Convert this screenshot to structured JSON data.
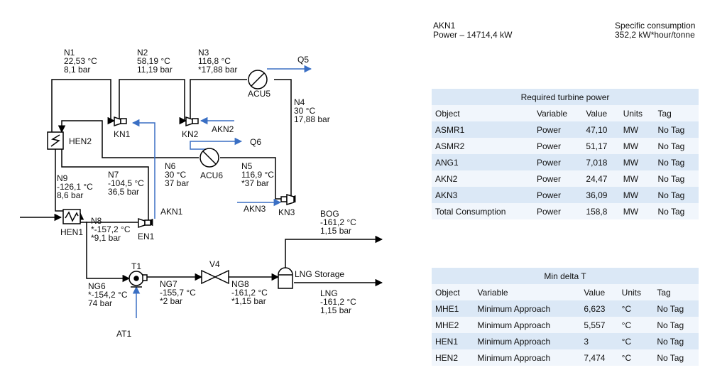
{
  "top_left": {
    "line1": "AKN1",
    "line2": "Power – 14714,4 kW"
  },
  "top_right": {
    "line1": "Specific consumption",
    "line2": "352,2 kW*hour/tonne"
  },
  "table1": {
    "caption": "Required turbine power",
    "headers": [
      "Object",
      "Variable",
      "Value",
      "Units",
      "Tag"
    ],
    "rows": [
      [
        "ASMR1",
        "Power",
        "47,10",
        "MW",
        "No Tag"
      ],
      [
        "ASMR2",
        "Power",
        "51,17",
        "MW",
        "No Tag"
      ],
      [
        "ANG1",
        "Power",
        "7,018",
        "MW",
        "No Tag"
      ],
      [
        "AKN2",
        "Power",
        "24,47",
        "MW",
        "No Tag"
      ],
      [
        "AKN3",
        "Power",
        "36,09",
        "MW",
        "No Tag"
      ],
      [
        "Total Consumption",
        "Power",
        "158,8",
        "MW",
        "No Tag"
      ]
    ]
  },
  "table2": {
    "caption": "Min delta T",
    "headers": [
      "Object",
      "Variable",
      "Value",
      "Units",
      "Tag"
    ],
    "rows": [
      [
        "MHE1",
        "Minimum Approach",
        "6,623",
        "°C",
        "No Tag"
      ],
      [
        "MHE2",
        "Minimum Approach",
        "5,557",
        "°C",
        "No Tag"
      ],
      [
        "HEN1",
        "Minimum Approach",
        "3",
        "°C",
        "No Tag"
      ],
      [
        "HEN2",
        "Minimum Approach",
        "7,474",
        "°C",
        "No Tag"
      ]
    ]
  },
  "diagram": {
    "streams": {
      "N1": [
        "N1",
        "22,53 °C",
        "8,1 bar"
      ],
      "N2": [
        "N2",
        "58,19 °C",
        "11,19 bar"
      ],
      "N3": [
        "N3",
        "116,8 °C",
        "*17,88 bar"
      ],
      "N4": [
        "N4",
        "30 °C",
        "17,88 bar"
      ],
      "N5": [
        "N5",
        "116,9 °C",
        "*37 bar"
      ],
      "N6": [
        "N6",
        "30 °C",
        "37 bar"
      ],
      "N7": [
        "N7",
        "-104,5 °C",
        "36,5 bar"
      ],
      "N8": [
        "N8",
        "*-157,2 °C",
        "*9,1 bar"
      ],
      "N9": [
        "N9",
        "-126,1 °C",
        "8,6 bar"
      ],
      "NG6": [
        "NG6",
        "*-154,2 °C",
        "74 bar"
      ],
      "NG7": [
        "NG7",
        "-155,7 °C",
        "*2 bar"
      ],
      "NG8": [
        "NG8",
        "-161,2 °C",
        "*1,15 bar"
      ],
      "BOG": [
        "BOG",
        "-161,2 °C",
        "1,15 bar"
      ],
      "LNG": [
        "LNG",
        "-161,2 °C",
        "1,15 bar"
      ]
    },
    "units": {
      "KN1": "KN1",
      "KN2": "KN2",
      "KN3": "KN3",
      "EN1": "EN1",
      "ACU5": "ACU5",
      "ACU6": "ACU6",
      "HEN1": "HEN1",
      "HEN2": "HEN2",
      "T1": "T1",
      "V4": "V4",
      "LNG_Storage": "LNG Storage"
    },
    "energy": {
      "Q5": "Q5",
      "Q6": "Q6",
      "AKN1": "AKN1",
      "AKN2": "AKN2",
      "AKN3": "AKN3",
      "AT1": "AT1"
    }
  }
}
